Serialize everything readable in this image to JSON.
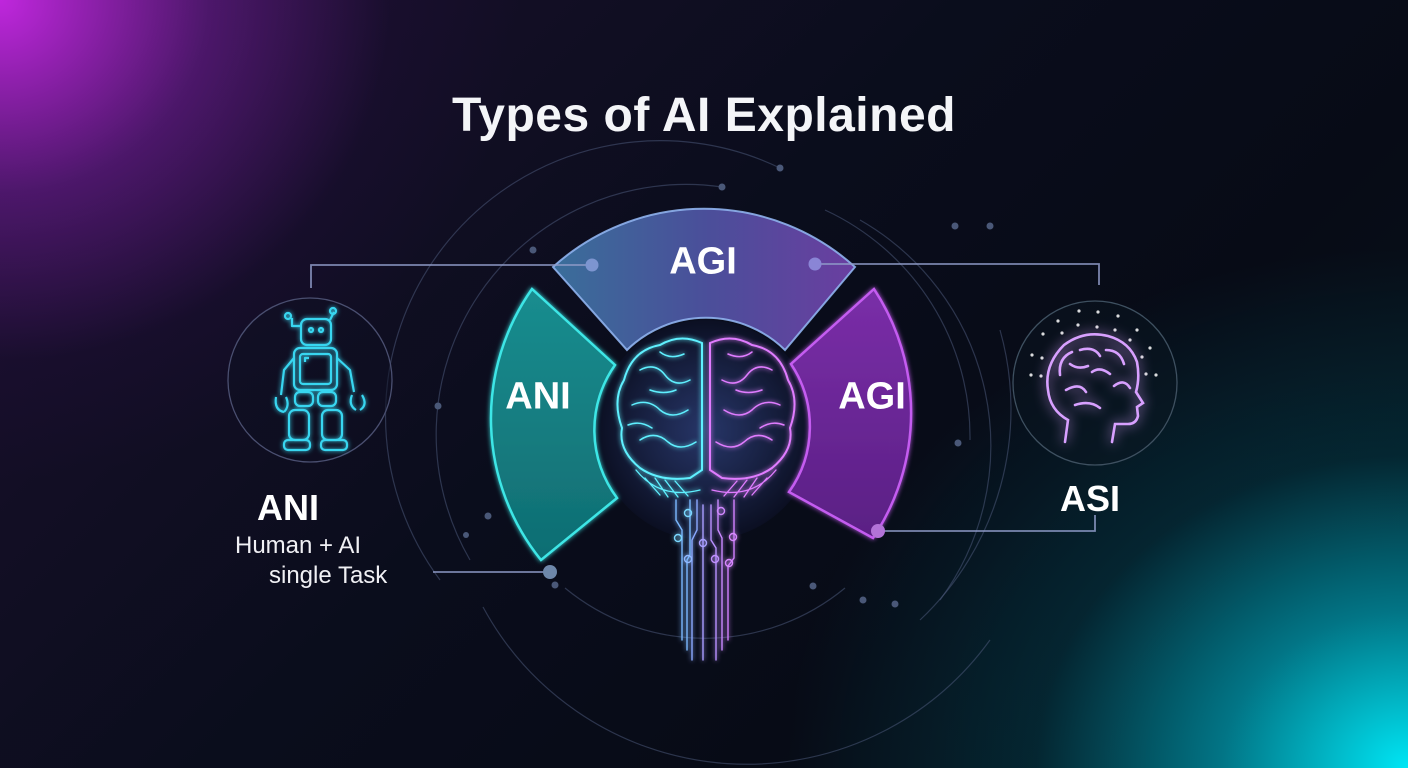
{
  "title": "Types of AI Explained",
  "segments": {
    "top": {
      "label": "AGI",
      "color": "#4a5fa8"
    },
    "left": {
      "label": "ANI",
      "color": "#1a8a8c"
    },
    "right": {
      "label": "AGI",
      "color": "#7a2fa0"
    }
  },
  "left_panel": {
    "icon": "robot-icon",
    "title": "ANI",
    "line1": "Human + AI",
    "line2": "single Task"
  },
  "right_panel": {
    "icon": "human-head-brain-icon",
    "title": "ASI"
  },
  "center": {
    "icon": "brain-circuit-icon"
  },
  "colors": {
    "teal": "#3ee6e6",
    "purple": "#c45cf0",
    "blue": "#8fa8e8"
  }
}
